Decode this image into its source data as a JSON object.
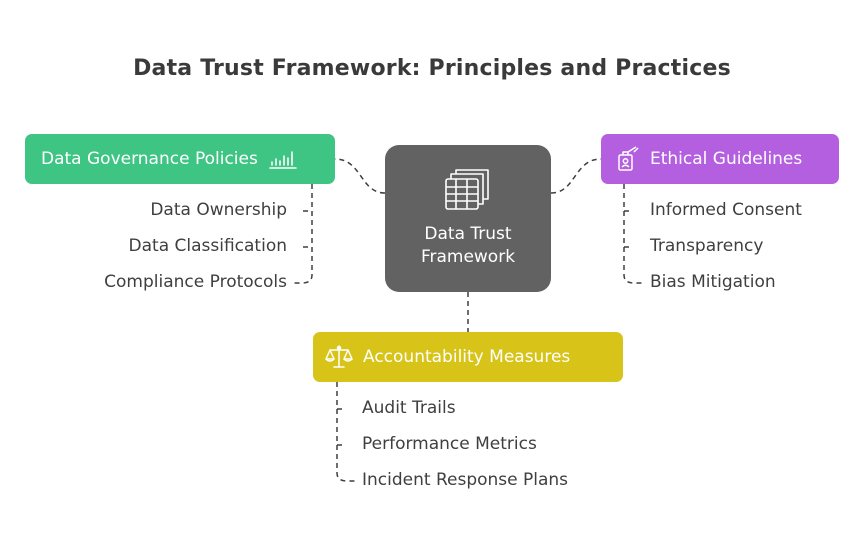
{
  "title": "Data Trust Framework: Principles and Practices",
  "center": {
    "line1": "Data Trust",
    "line2": "Framework",
    "icon": "document-stack-icon"
  },
  "governance": {
    "label": "Data Governance Policies",
    "icon": "bar-chart-icon",
    "color": "#3ec483",
    "items": [
      "Data Ownership",
      "Data Classification",
      "Compliance Protocols"
    ]
  },
  "ethics": {
    "label": "Ethical Guidelines",
    "icon": "id-badge-icon",
    "color": "#b45fe0",
    "items": [
      "Informed Consent",
      "Transparency",
      "Bias Mitigation"
    ]
  },
  "accountability": {
    "label": "Accountability Measures",
    "icon": "balance-scale-icon",
    "color": "#d8c318",
    "items": [
      "Audit Trails",
      "Performance Metrics",
      "Incident Response Plans"
    ]
  },
  "center_color": "#626262"
}
